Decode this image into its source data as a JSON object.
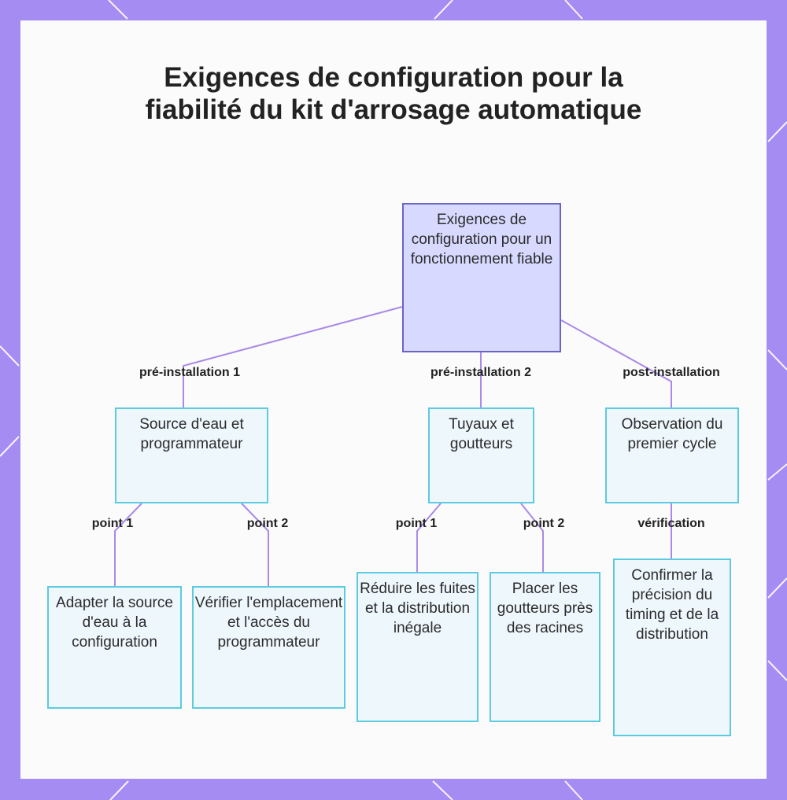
{
  "title": "Exigences de configuration pour la fiabilité du kit d'arrosage automatique",
  "colors": {
    "frame": "#a48cf2",
    "panel": "#fbfbfc",
    "root_fill": "#d8d9ff",
    "root_border": "#6a64c4",
    "node_fill": "#eef7fc",
    "node_border": "#5ccbe0",
    "connector": "#a98ae6"
  },
  "nodes": {
    "root": "Exigences de configuration pour un fonctionnement fiable",
    "water_source": "Source d'eau et programmateur",
    "pipes": "Tuyaux et goutteurs",
    "observation": "Observation du premier cycle",
    "adapt_source": "Adapter la source d'eau à la configuration",
    "check_programmer": "Vérifier l'emplacement et l'accès du programmateur",
    "reduce_leaks": "Réduire les fuites et la distribution inégale",
    "place_drippers": "Placer les goutteurs près des racines",
    "confirm_timing": "Confirmer la précision du timing et de la distribution"
  },
  "edges": {
    "pre_install_1": "pré-installation 1",
    "pre_install_2": "pré-installation 2",
    "post_install": "post-installation",
    "point_1a": "point 1",
    "point_2a": "point 2",
    "point_1b": "point 1",
    "point_2b": "point 2",
    "verification": "vérification"
  }
}
